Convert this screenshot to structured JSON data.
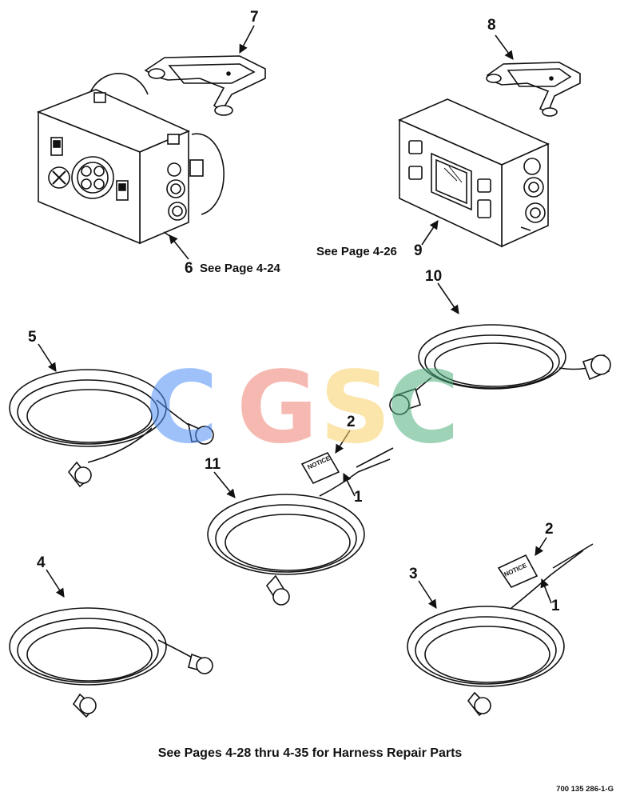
{
  "callouts": {
    "n1a": "1",
    "n1b": "1",
    "n2a": "2",
    "n2b": "2",
    "n3": "3",
    "n4": "4",
    "n5": "5",
    "n6": "6",
    "n7": "7",
    "n8": "8",
    "n9": "9",
    "n10": "10",
    "n11": "11"
  },
  "references": {
    "item6": "See Page 4-24",
    "item9": "See Page 4-26"
  },
  "caption": "See Pages 4-28 thru 4-35 for Harness Repair Parts",
  "document_id": "700 135 286-1-G",
  "tag_text": "NOTICE",
  "watermark": {
    "letters": [
      "C",
      "G",
      "S",
      "C"
    ],
    "colors": [
      "#4f8ff7",
      "#f08173",
      "#f9d067",
      "#4fb07e"
    ]
  }
}
